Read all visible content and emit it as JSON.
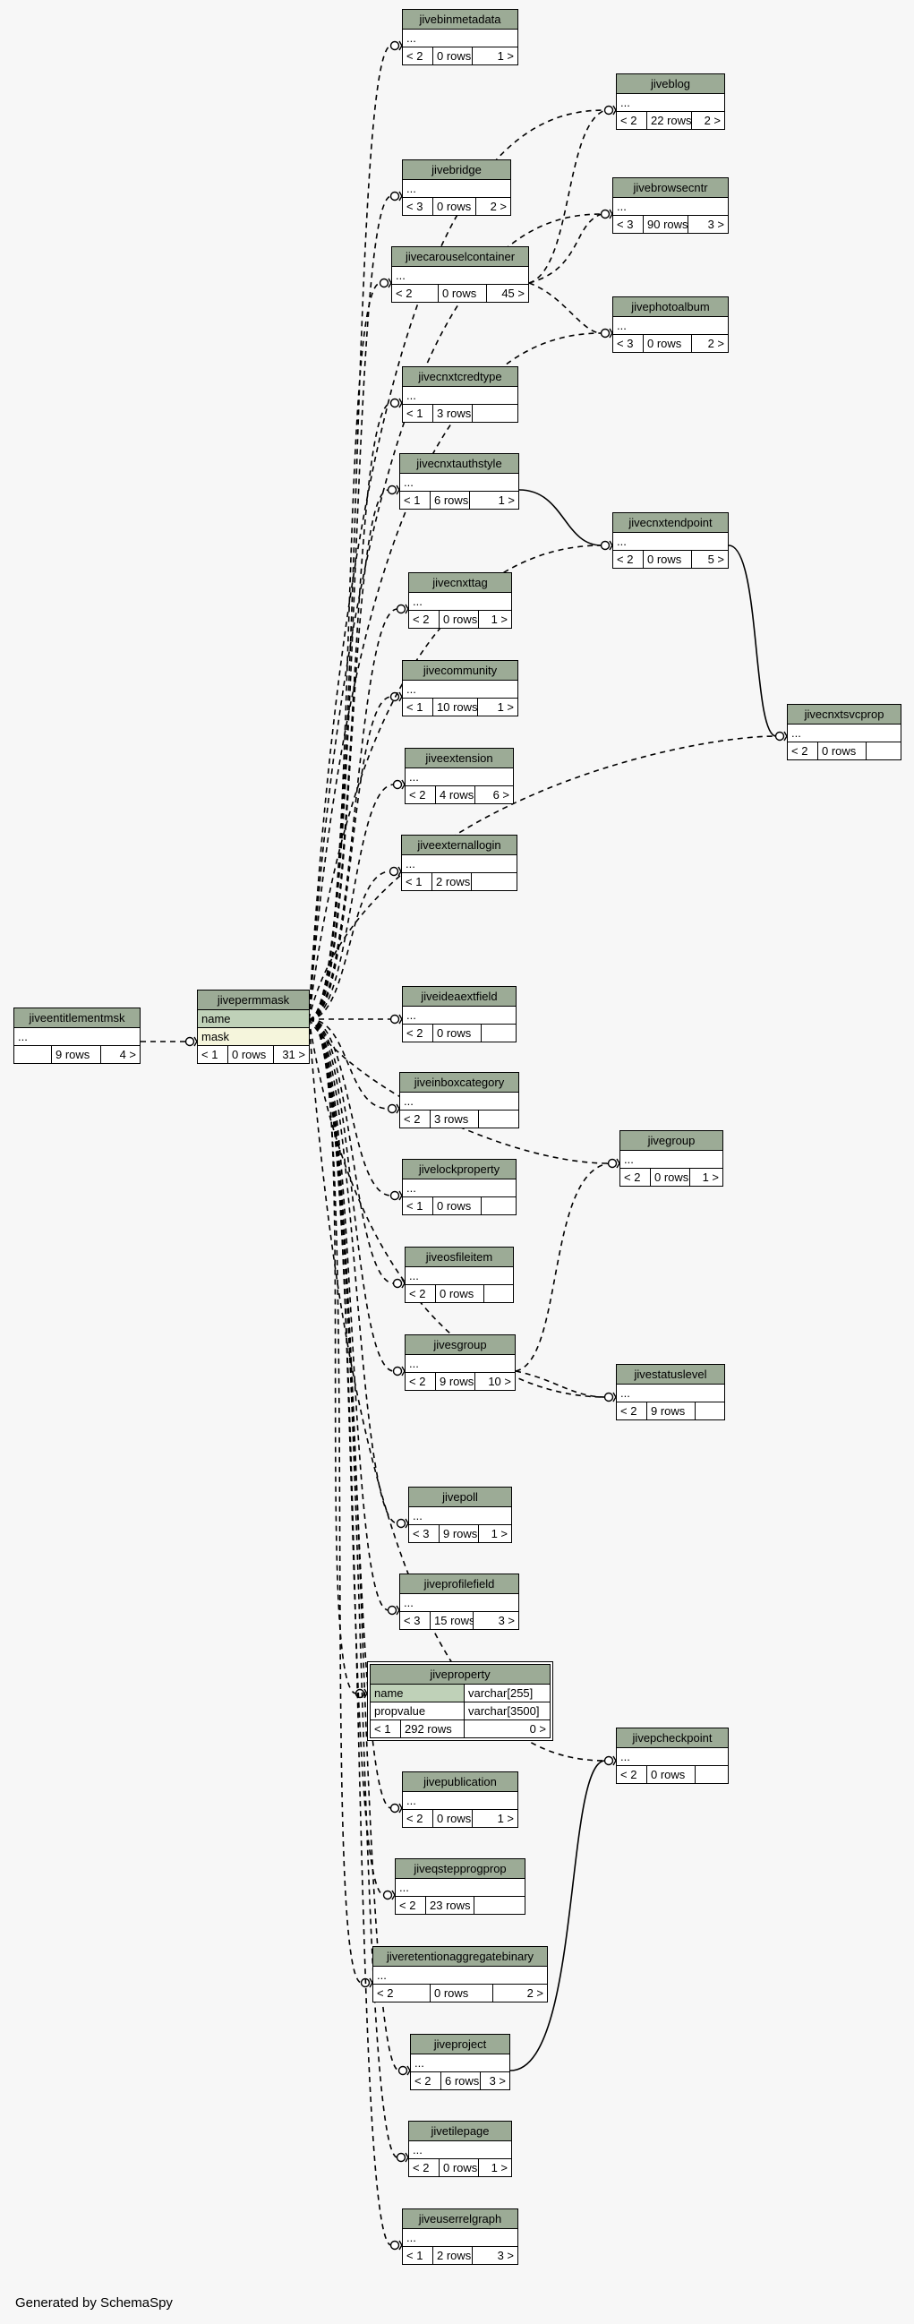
{
  "footer": "Generated by SchemaSpy",
  "tables": {
    "jiveentitlementmsk": {
      "title": "jiveentitlementmsk",
      "col": "...",
      "lt": "",
      "rows": "9 rows",
      "gt": "4 >"
    },
    "jivepermmask": {
      "title": "jivepermmask",
      "col1": "name",
      "col2": "mask",
      "lt": "< 1",
      "rows": "0 rows",
      "gt": "31 >"
    },
    "jivebinmetadata": {
      "title": "jivebinmetadata",
      "col": "...",
      "lt": "< 2",
      "rows": "0 rows",
      "gt": "1 >"
    },
    "jiveblog": {
      "title": "jiveblog",
      "col": "...",
      "lt": "< 2",
      "rows": "22 rows",
      "gt": "2 >"
    },
    "jivebridge": {
      "title": "jivebridge",
      "col": "...",
      "lt": "< 3",
      "rows": "0 rows",
      "gt": "2 >"
    },
    "jivebrowsecntr": {
      "title": "jivebrowsecntr",
      "col": "...",
      "lt": "< 3",
      "rows": "90 rows",
      "gt": "3 >"
    },
    "jivecarouselcontainer": {
      "title": "jivecarouselcontainer",
      "col": "...",
      "lt": "< 2",
      "rows": "0 rows",
      "gt": "45 >"
    },
    "jivephotoalbum": {
      "title": "jivephotoalbum",
      "col": "...",
      "lt": "< 3",
      "rows": "0 rows",
      "gt": "2 >"
    },
    "jivecnxtcredtype": {
      "title": "jivecnxtcredtype",
      "col": "...",
      "lt": "< 1",
      "rows": "3 rows",
      "gt": ""
    },
    "jivecnxtauthstyle": {
      "title": "jivecnxtauthstyle",
      "col": "...",
      "lt": "< 1",
      "rows": "6 rows",
      "gt": "1 >"
    },
    "jivecnxtendpoint": {
      "title": "jivecnxtendpoint",
      "col": "...",
      "lt": "< 2",
      "rows": "0 rows",
      "gt": "5 >"
    },
    "jivecnxttag": {
      "title": "jivecnxttag",
      "col": "...",
      "lt": "< 2",
      "rows": "0 rows",
      "gt": "1 >"
    },
    "jivecommunity": {
      "title": "jivecommunity",
      "col": "...",
      "lt": "< 1",
      "rows": "10 rows",
      "gt": "1 >"
    },
    "jivecnxtsvcprop": {
      "title": "jivecnxtsvcprop",
      "col": "...",
      "lt": "< 2",
      "rows": "0 rows",
      "gt": ""
    },
    "jiveextension": {
      "title": "jiveextension",
      "col": "...",
      "lt": "< 2",
      "rows": "4 rows",
      "gt": "6 >"
    },
    "jiveexternallogin": {
      "title": "jiveexternallogin",
      "col": "...",
      "lt": "< 1",
      "rows": "2 rows",
      "gt": ""
    },
    "jiveideaextfield": {
      "title": "jiveideaextfield",
      "col": "...",
      "lt": "< 2",
      "rows": "0 rows",
      "gt": ""
    },
    "jiveinboxcategory": {
      "title": "jiveinboxcategory",
      "col": "...",
      "lt": "< 2",
      "rows": "3 rows",
      "gt": ""
    },
    "jivegroup": {
      "title": "jivegroup",
      "col": "...",
      "lt": "< 2",
      "rows": "0 rows",
      "gt": "1 >"
    },
    "jivelockproperty": {
      "title": "jivelockproperty",
      "col": "...",
      "lt": "< 1",
      "rows": "0 rows",
      "gt": ""
    },
    "jiveosfileitem": {
      "title": "jiveosfileitem",
      "col": "...",
      "lt": "< 2",
      "rows": "0 rows",
      "gt": ""
    },
    "jivesgroup": {
      "title": "jivesgroup",
      "col": "...",
      "lt": "< 2",
      "rows": "9 rows",
      "gt": "10 >"
    },
    "jivestatuslevel": {
      "title": "jivestatuslevel",
      "col": "...",
      "lt": "< 2",
      "rows": "9 rows",
      "gt": ""
    },
    "jivepoll": {
      "title": "jivepoll",
      "col": "...",
      "lt": "< 3",
      "rows": "9 rows",
      "gt": "1 >"
    },
    "jiveprofilefield": {
      "title": "jiveprofilefield",
      "col": "...",
      "lt": "< 3",
      "rows": "15 rows",
      "gt": "3 >"
    },
    "jiveproperty": {
      "title": "jiveproperty",
      "c1": "name",
      "t1": "varchar[255]",
      "c2": "propvalue",
      "t2": "varchar[3500]",
      "lt": "< 1",
      "rows": "292 rows",
      "gt": "0 >"
    },
    "jivepcheckpoint": {
      "title": "jivepcheckpoint",
      "col": "...",
      "lt": "< 2",
      "rows": "0 rows",
      "gt": ""
    },
    "jivepublication": {
      "title": "jivepublication",
      "col": "...",
      "lt": "< 2",
      "rows": "0 rows",
      "gt": "1 >"
    },
    "jiveqstepprogprop": {
      "title": "jiveqstepprogprop",
      "col": "...",
      "lt": "< 2",
      "rows": "23 rows",
      "gt": ""
    },
    "jiveretentionaggregatebinary": {
      "title": "jiveretentionaggregatebinary",
      "col": "...",
      "lt": "< 2",
      "rows": "0 rows",
      "gt": "2 >"
    },
    "jiveproject": {
      "title": "jiveproject",
      "col": "...",
      "lt": "< 2",
      "rows": "6 rows",
      "gt": "3 >"
    },
    "jivetilepage": {
      "title": "jivetilepage",
      "col": "...",
      "lt": "< 2",
      "rows": "0 rows",
      "gt": "1 >"
    },
    "jiveuserrelgraph": {
      "title": "jiveuserrelgraph",
      "col": "...",
      "lt": "< 1",
      "rows": "2 rows",
      "gt": "3 >"
    }
  }
}
